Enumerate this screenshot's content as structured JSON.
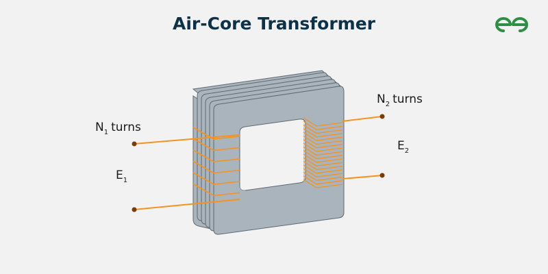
{
  "title": "Air-Core Transformer",
  "logo": {
    "name": "GeeksforGeeks",
    "color": "#2f8d46"
  },
  "colors": {
    "core_fill": "#aab4bc",
    "core_edge": "#5e6872",
    "winding": "#f7921e",
    "terminal": "#7a3d0a",
    "title": "#0d3147",
    "background": "#f2f2f2"
  },
  "primary": {
    "label_symbol": "N",
    "label_subscript": "1",
    "label_suffix": "turns",
    "emf_symbol": "E",
    "emf_subscript": "1",
    "turns_drawn": 6
  },
  "secondary": {
    "label_symbol": "N",
    "label_subscript": "2",
    "label_suffix": "turns",
    "emf_symbol": "E",
    "emf_subscript": "2",
    "turns_drawn": 18
  },
  "core": {
    "laminations": 5
  }
}
